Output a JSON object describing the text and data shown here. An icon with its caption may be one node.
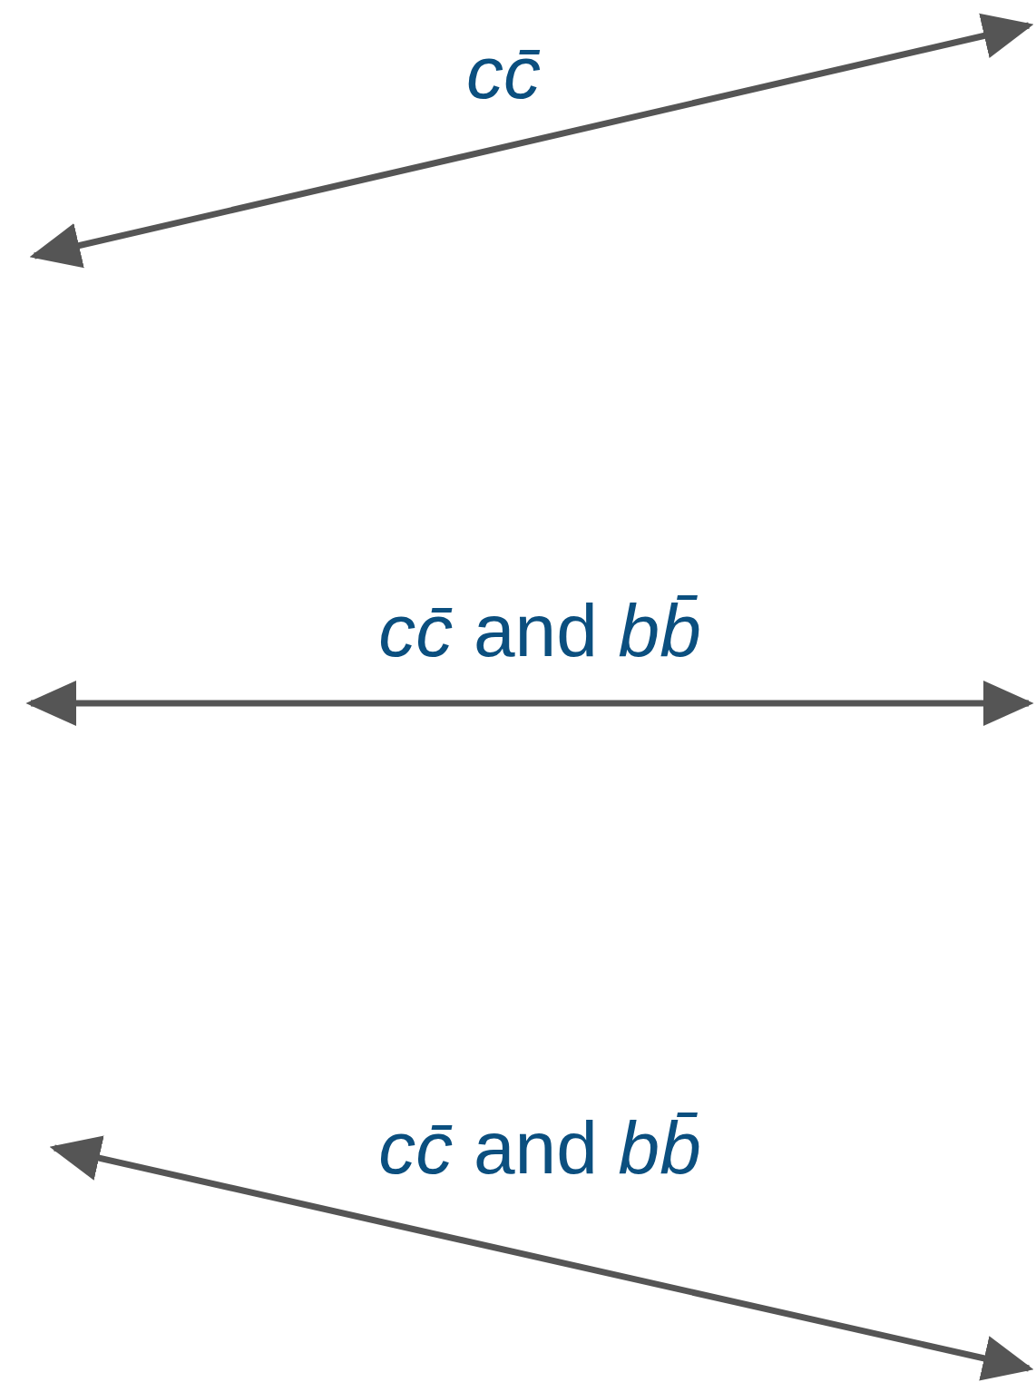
{
  "diagram": {
    "labels": [
      "*cc̄*",
      "*cc̄* and *bb̄*",
      "*cc̄* and *bb̄*"
    ]
  }
}
